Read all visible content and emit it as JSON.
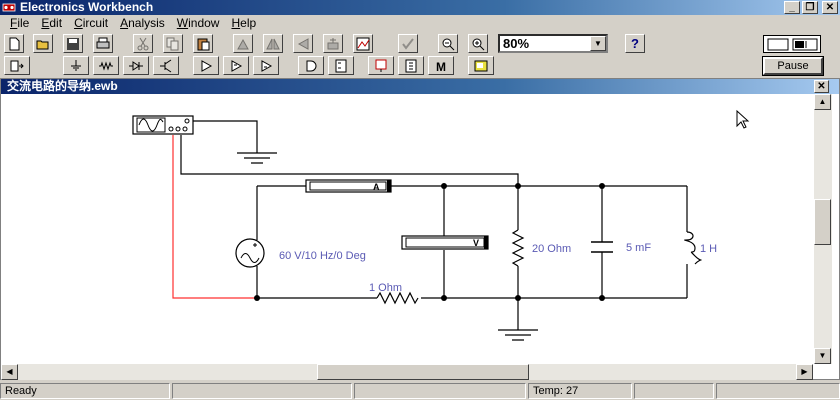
{
  "app": {
    "title": "Electronics Workbench"
  },
  "window_controls": {
    "minimize": "_",
    "restore": "❐",
    "close": "✕"
  },
  "menu": {
    "items": [
      {
        "mnemonic": "F",
        "rest": "ile"
      },
      {
        "mnemonic": "E",
        "rest": "dit"
      },
      {
        "mnemonic": "C",
        "rest": "ircuit"
      },
      {
        "mnemonic": "A",
        "rest": "nalysis"
      },
      {
        "mnemonic": "W",
        "rest": "indow"
      },
      {
        "mnemonic": "H",
        "rest": "elp"
      }
    ]
  },
  "toolbar": {
    "zoom_value": "80%",
    "help_label": "?",
    "pause_label": "Pause"
  },
  "document": {
    "title": "交流电路的导纳.ewb",
    "close": "✕"
  },
  "circuit": {
    "source_label": "60 V/10 Hz/0 Deg",
    "resistor1_label": "1  Ohm",
    "resistor2_label": "20  Ohm",
    "capacitor_label": "5 mF",
    "inductor_label": "1 H",
    "ammeter_letter": "A",
    "voltmeter_letter": "V",
    "wire_color": "#000000",
    "scope_wire_color": "#ff3030",
    "label_color": "#5a5ab4"
  },
  "status": {
    "ready": "Ready",
    "temp": "Temp:  27"
  }
}
